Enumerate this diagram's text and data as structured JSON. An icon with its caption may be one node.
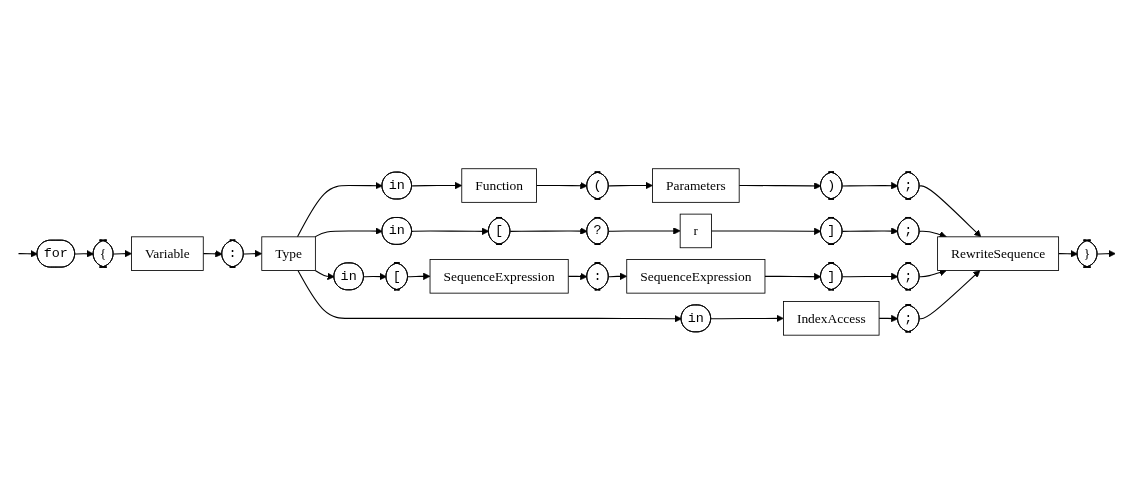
{
  "diagram": {
    "nodes": [
      {
        "text": [
          "for"
        ]
      },
      {
        "text": [
          "{"
        ]
      },
      {
        "text": [
          "Variable"
        ]
      },
      {
        "text": [
          ":"
        ]
      },
      {
        "text": [
          "Type"
        ]
      },
      {
        "text": [
          "in"
        ]
      },
      {
        "text": [
          "Function"
        ]
      },
      {
        "text": [
          "("
        ]
      },
      {
        "text": [
          "Parameters"
        ]
      },
      {
        "text": [
          ")"
        ]
      },
      {
        "text": [
          ";"
        ]
      },
      {
        "text": [
          "in"
        ]
      },
      {
        "text": [
          "["
        ]
      },
      {
        "text": [
          "?"
        ]
      },
      {
        "text": [
          "r"
        ]
      },
      {
        "text": [
          "]"
        ]
      },
      {
        "text": [
          ";"
        ]
      },
      {
        "text": [
          "in"
        ]
      },
      {
        "text": [
          "["
        ]
      },
      {
        "text": [
          "SequenceExpression"
        ]
      },
      {
        "text": [
          ":"
        ]
      },
      {
        "text": [
          "SequenceExpression"
        ]
      },
      {
        "text": [
          "]"
        ]
      },
      {
        "text": [
          ";"
        ]
      },
      {
        "text": [
          "in"
        ]
      },
      {
        "text": [
          "IndexAccess"
        ]
      },
      {
        "text": [
          ";"
        ]
      },
      {
        "text": [
          "RewriteSequence"
        ]
      },
      {
        "text": [
          "}"
        ]
      }
    ],
    "edges": [
      {
        "from": null,
        "to": 0,
        "arrow": "to"
      },
      {
        "from": 0,
        "to": 1,
        "arrow": "to"
      },
      {
        "from": 1,
        "to": 2,
        "arrow": "to"
      },
      {
        "from": 2,
        "to": 3,
        "arrow": "to"
      },
      {
        "from": 3,
        "to": 4,
        "arrow": "to"
      },
      {
        "from": 4,
        "to": 5,
        "arrow": "to"
      },
      {
        "from": 4,
        "to": 11,
        "arrow": "to"
      },
      {
        "from": 4,
        "to": 17,
        "arrow": "to"
      },
      {
        "from": 4,
        "to": 24,
        "arrow": "to"
      },
      {
        "from": 5,
        "to": 6,
        "arrow": "to"
      },
      {
        "from": 6,
        "to": 7,
        "arrow": "to"
      },
      {
        "from": 7,
        "to": 8,
        "arrow": "to"
      },
      {
        "from": 8,
        "to": 9,
        "arrow": "to"
      },
      {
        "from": 9,
        "to": 10,
        "arrow": "to"
      },
      {
        "from": 11,
        "to": 12,
        "arrow": "to"
      },
      {
        "from": 12,
        "to": 13,
        "arrow": "to"
      },
      {
        "from": 13,
        "to": 14,
        "arrow": "to"
      },
      {
        "from": 14,
        "to": 15,
        "arrow": "to"
      },
      {
        "from": 15,
        "to": 16,
        "arrow": "to"
      },
      {
        "from": 17,
        "to": 18,
        "arrow": "to"
      },
      {
        "from": 18,
        "to": 19,
        "arrow": "to"
      },
      {
        "from": 19,
        "to": 20,
        "arrow": "to"
      },
      {
        "from": 20,
        "to": 21,
        "arrow": "to"
      },
      {
        "from": 21,
        "to": 22,
        "arrow": "to"
      },
      {
        "from": 22,
        "to": 23,
        "arrow": "to"
      },
      {
        "from": 24,
        "to": 25,
        "arrow": "to"
      },
      {
        "from": 25,
        "to": 26,
        "arrow": "to"
      },
      {
        "from": 10,
        "to": 27,
        "arrow": "to"
      },
      {
        "from": 16,
        "to": 27,
        "arrow": "to"
      },
      {
        "from": 23,
        "to": 27,
        "arrow": "to"
      },
      {
        "from": 26,
        "to": 27,
        "arrow": "to"
      },
      {
        "from": 27,
        "to": 28,
        "arrow": "to"
      },
      {
        "from": 28,
        "to": null,
        "arrow": "to"
      }
    ]
  }
}
